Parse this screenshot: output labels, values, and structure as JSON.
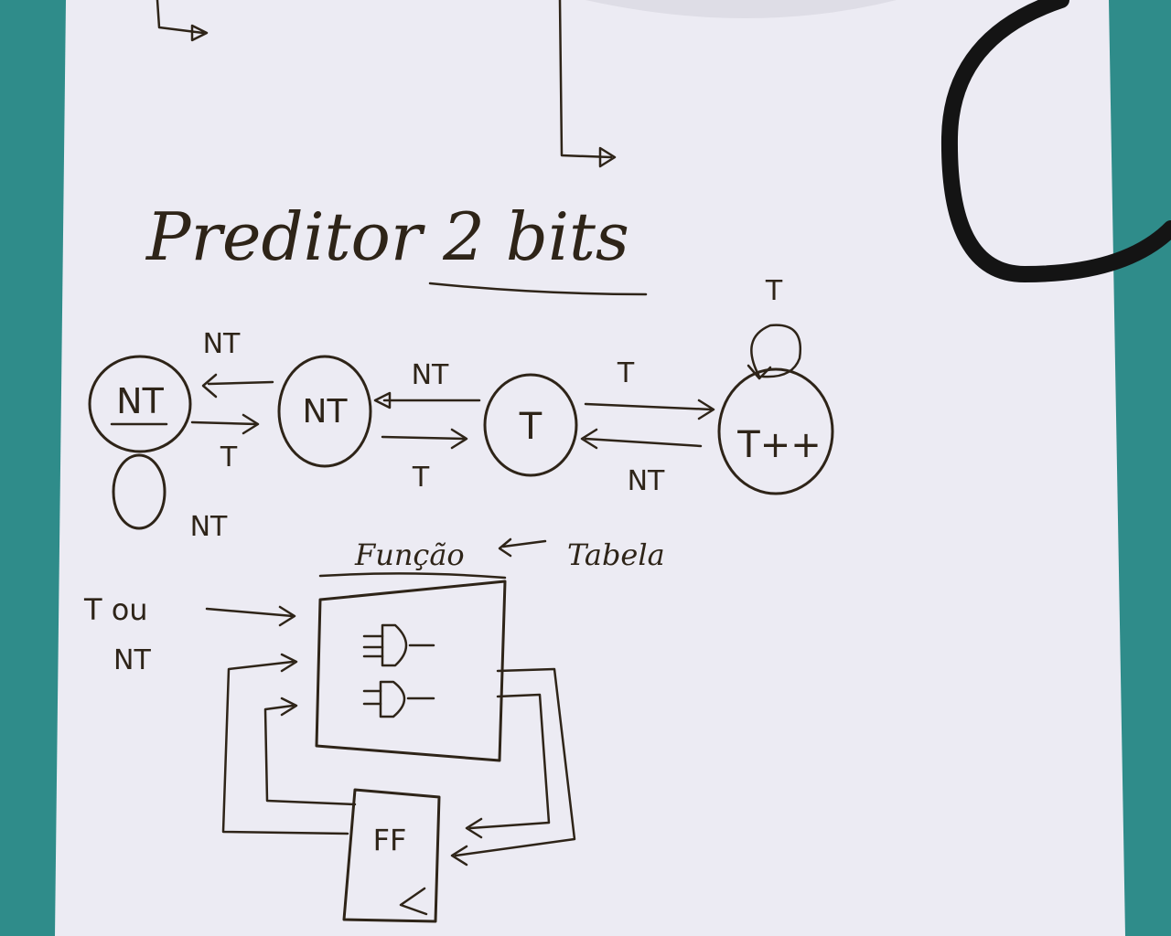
{
  "diagram": {
    "title": "Preditor 2 bits",
    "states": [
      "NT",
      "NT",
      "T",
      "T++"
    ],
    "transitions": {
      "s0_to_s1": "T",
      "s1_to_s0": "NT",
      "s0_self": "NT",
      "s1_to_s2": "T",
      "s2_to_s1": "NT",
      "s2_to_s3": "T",
      "s3_to_s2": "NT",
      "s3_self": "T"
    },
    "function_label": "Função",
    "table_label": "Tabela",
    "input_label_line1": "T ou",
    "input_label_line2": "NT",
    "flipflop_label": "FF"
  },
  "colors": {
    "paper": "#ecebf3",
    "ink": "#2e2418",
    "background": "#2f8c8a",
    "cable": "#141414"
  }
}
